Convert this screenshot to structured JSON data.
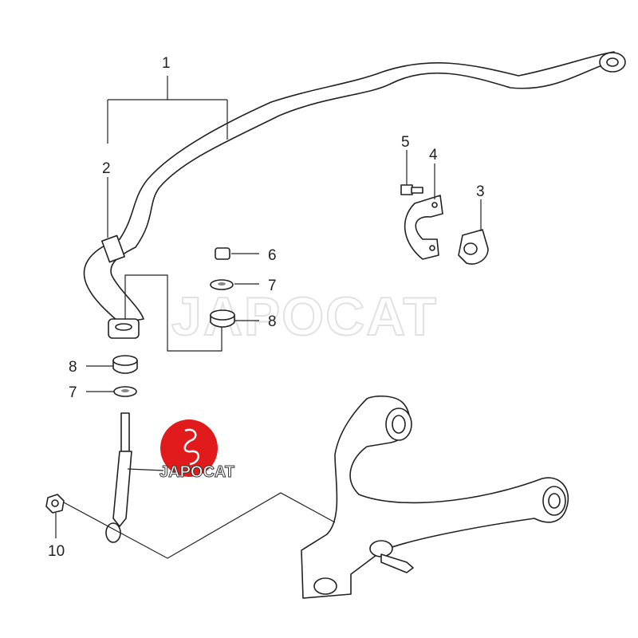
{
  "watermark": "JAPOCAT",
  "logo": {
    "text": "JAPOCAT",
    "color": "#e11b1b"
  },
  "callouts": [
    {
      "id": "label-1",
      "text": "1"
    },
    {
      "id": "label-2",
      "text": "2"
    },
    {
      "id": "label-3",
      "text": "3"
    },
    {
      "id": "label-4",
      "text": "4"
    },
    {
      "id": "label-5",
      "text": "5"
    },
    {
      "id": "label-6",
      "text": "6"
    },
    {
      "id": "label-7-upper",
      "text": "7"
    },
    {
      "id": "label-8-upper",
      "text": "8"
    },
    {
      "id": "label-8-lower",
      "text": "8"
    },
    {
      "id": "label-7-lower",
      "text": "7"
    },
    {
      "id": "label-10",
      "text": "10"
    }
  ]
}
